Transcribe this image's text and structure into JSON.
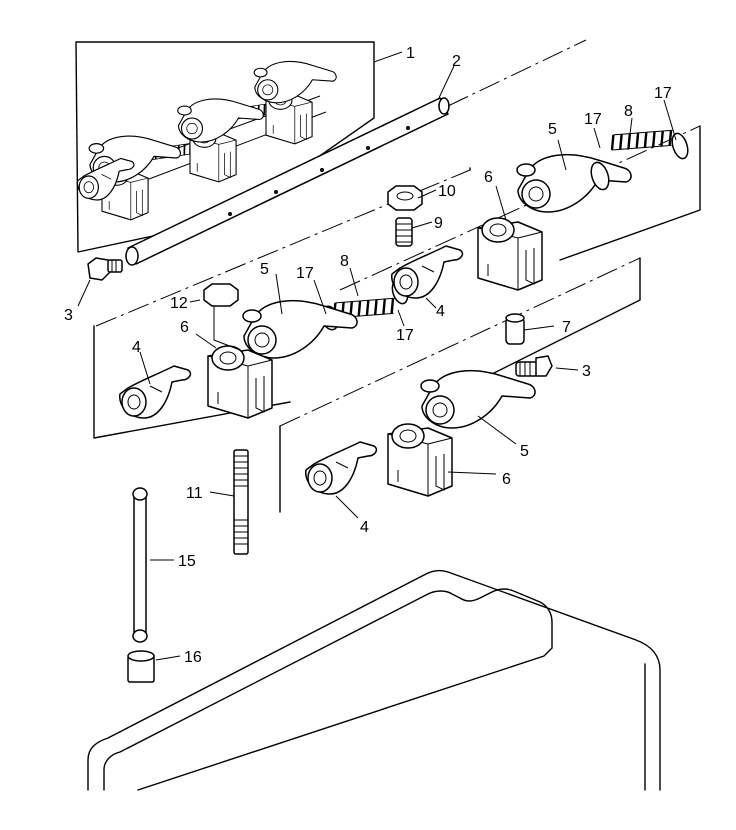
{
  "callouts": {
    "c1": "1",
    "c2": "2",
    "c3a": "3",
    "c3b": "3",
    "c4a": "4",
    "c4b": "4",
    "c4c": "4",
    "c5a": "5",
    "c5b": "5",
    "c5c": "5",
    "c6a": "6",
    "c6b": "6",
    "c6c": "6",
    "c7": "7",
    "c8a": "8",
    "c8b": "8",
    "c9": "9",
    "c10": "10",
    "c11": "11",
    "c12": "12",
    "c15": "15",
    "c16": "16",
    "c17a": "17",
    "c17b": "17",
    "c17c": "17",
    "c17d": "17"
  }
}
